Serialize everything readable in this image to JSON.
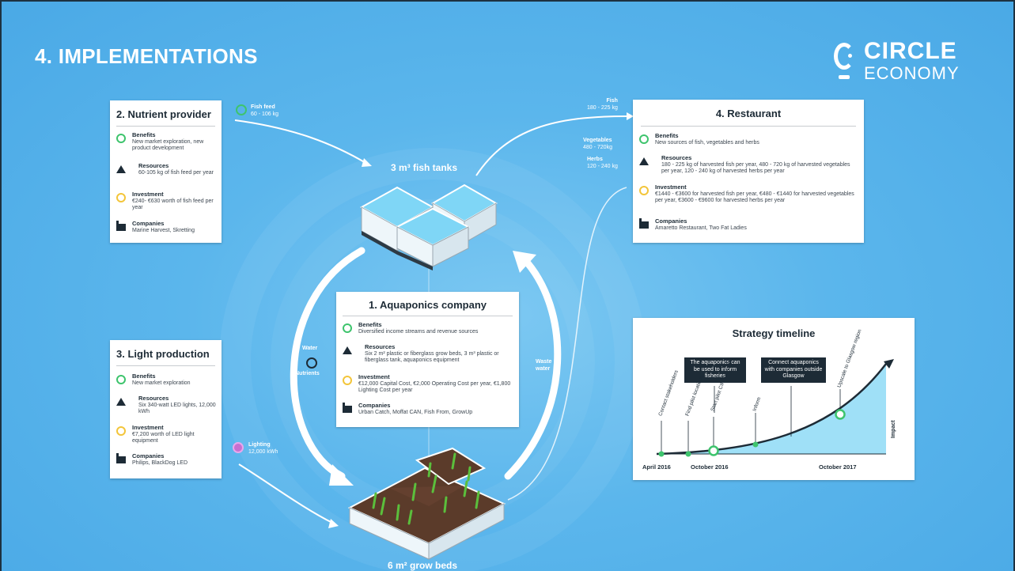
{
  "heading": "4. IMPLEMENTATIONS",
  "logo": {
    "name": "CIRCLE",
    "sub": "ECONOMY"
  },
  "colors": {
    "background": "#5bb6ec",
    "dark": "#1d2b36",
    "green": "#3ec46d",
    "yellow": "#f3c53a"
  },
  "nutrient": {
    "title": "2. Nutrient provider",
    "benefits_h": "Benefits",
    "benefits": "New market exploration, new product development",
    "resources_h": "Resources",
    "resources": "60-105 kg of fish feed per year",
    "investment_h": "Investment",
    "investment": "€240- €630 worth of fish feed per year",
    "companies_h": "Companies",
    "companies": "Marine Harvest, Skretting"
  },
  "light": {
    "title": "3. Light production",
    "benefits_h": "Benefits",
    "benefits": "New market exploration",
    "resources_h": "Resources",
    "resources": "Six 340-watt LED lights, 12,000 kWh",
    "investment_h": "Investment",
    "investment": "€7,200 worth of LED light equipment",
    "companies_h": "Companies",
    "companies": "Philips, BlackDog LED"
  },
  "aquaponics": {
    "title": "1. Aquaponics company",
    "benefits_h": "Benefits",
    "benefits": "Diversified income streams and revenue sources",
    "resources_h": "Resources",
    "resources": "Six 2 m² plastic or fiberglass grow beds, 3 m³ plastic or fiberglass tank, aquaponics equipment",
    "investment_h": "Investment",
    "investment": "€12,000 Capital Cost, €2,000 Operating Cost per year, €1,800 Lighting Cost per year",
    "companies_h": "Companies",
    "companies": "Urban Catch, Moffat CAN, Fish From, GrowUp"
  },
  "restaurant": {
    "title": "4. Restaurant",
    "benefits_h": "Benefits",
    "benefits": "New sources of fish, vegetables and herbs",
    "resources_h": "Resources",
    "resources": "180 - 225 kg of harvested fish per year, 480 - 720 kg of harvested vegetables per year, 120 - 240 kg of harvested herbs per year",
    "investment_h": "Investment",
    "investment": "€1440 - €3600 for harvested fish per year, €480 - €1440 for harvested vegetables per year, €3600 - €9600 for harvested herbs per year",
    "companies_h": "Companies",
    "companies": "Amaretto Restaurant, Two Fat Ladies"
  },
  "flows": {
    "fish_feed_h": "Fish feed",
    "fish_feed": "60 - 106 kg",
    "fish_h": "Fish",
    "fish": "180 - 225 kg",
    "veg_h": "Vegetables",
    "veg": "480 - 720kg",
    "herbs_h": "Herbs",
    "herbs": "120 - 240 kg",
    "lighting_h": "Lighting",
    "lighting": "12,000 kWh",
    "water": "Water",
    "nutrients": "Nutrients",
    "waste_water_1": "Waste",
    "waste_water_2": "water"
  },
  "tanks_label": "3 m³ fish tanks",
  "beds_label": "6 m² grow beds",
  "timeline": {
    "title": "Strategy timeline",
    "box1": "The aquaponics can be used to inform fisheries",
    "box2": "Connect aquaponics with companies outside Glasgow",
    "ev1": "Contact stakeholders",
    "ev2": "Find pilot locations",
    "ev3": "Start pilot CIRCLE LAB",
    "ev4": "Inform",
    "ev5": "Upscale to Glasgow region",
    "date1": "April 2016",
    "date2": "October 2016",
    "date3": "October 2017",
    "impact": "Impact"
  }
}
